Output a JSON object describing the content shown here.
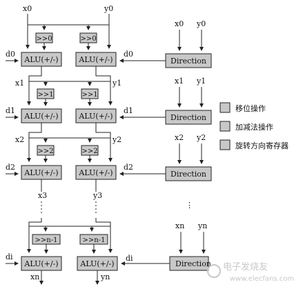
{
  "stages": [
    {
      "x_in": "x0",
      "y_in": "y0",
      "d": "d0",
      "shift": ">>0",
      "alu_left": "ALU(+/-)",
      "alu_right": "ALU(+/-)",
      "dir_x": "x0",
      "dir_y": "y0",
      "direction": "Direction"
    },
    {
      "x_in": "x1",
      "y_in": "y1",
      "d": "d1",
      "shift": ">>1",
      "alu_left": "ALU(+/-)",
      "alu_right": "ALU(+/-)",
      "dir_x": "x1",
      "dir_y": "y1",
      "direction": "Direction"
    },
    {
      "x_in": "x2",
      "y_in": "y2",
      "d": "d2",
      "shift": ">>2",
      "alu_left": "ALU(+/-)",
      "alu_right": "ALU(+/-)",
      "dir_x": "x2",
      "dir_y": "y2",
      "direction": "Direction"
    },
    {
      "x_in": "",
      "y_in": "",
      "d": "di",
      "shift": ">>n-1",
      "alu_left": "ALU(+/-)",
      "alu_right": "ALU(+/-)",
      "dir_x": "xn",
      "dir_y": "yn",
      "direction": "Direction"
    }
  ],
  "mid_labels": {
    "x3": "x3",
    "y3": "y3",
    "dots": "⋮"
  },
  "outputs": {
    "xn": "xn",
    "yn": "yn"
  },
  "legend": [
    {
      "label": "移位操作",
      "color": "#c8c8c8"
    },
    {
      "label": "加减法操作",
      "color": "#c8c8c8"
    },
    {
      "label": "旋转方向寄存器",
      "color": "#c8c8c8"
    }
  ],
  "watermark": {
    "title": "电子发烧友",
    "url": "www.elecfans.com"
  }
}
